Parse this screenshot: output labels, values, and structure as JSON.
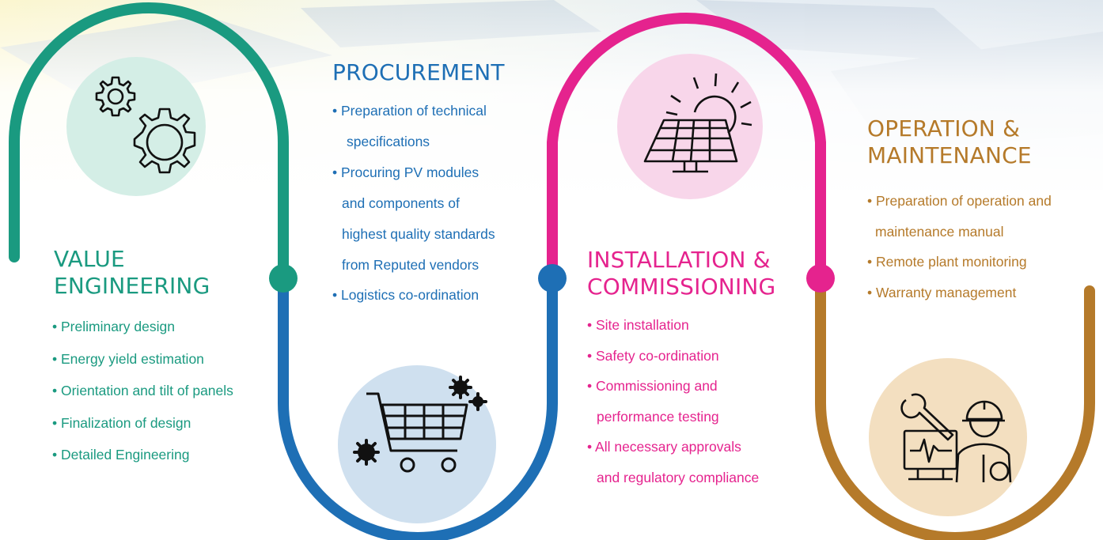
{
  "steps": [
    {
      "title_lines": [
        "VALUE",
        "ENGINEERING"
      ],
      "icon": "gears-icon",
      "color": "#1a9a80",
      "bullets": [
        "• Preliminary design",
        "• Energy yield estimation",
        "• Orientation and tilt of panels",
        "• Finalization of design",
        "• Detailed Engineering"
      ]
    },
    {
      "title_lines": [
        "PROCUREMENT"
      ],
      "icon": "shopping-cart-icon",
      "color": "#1e6fb5",
      "bullets": [
        "• Preparation of technical",
        "specifications",
        "• Procuring PV modules",
        "and components of",
        "highest quality standards",
        "from Reputed vendors",
        "• Logistics co-ordination"
      ]
    },
    {
      "title_lines": [
        "INSTALLATION &",
        "COMMISSIONING"
      ],
      "icon": "solar-panel-sun-icon",
      "color": "#e5238e",
      "bullets": [
        "• Site installation",
        "• Safety co-ordination",
        "• Commissioning and",
        "performance testing",
        "• All necessary approvals",
        "and regulatory compliance"
      ]
    },
    {
      "title_lines": [
        "OPERATION &",
        "MAINTENANCE"
      ],
      "icon": "maintenance-worker-icon",
      "color": "#b57a2a",
      "bullets": [
        "• Preparation of operation and",
        "maintenance manual",
        "• Remote plant monitoring",
        "• Warranty management"
      ]
    }
  ]
}
